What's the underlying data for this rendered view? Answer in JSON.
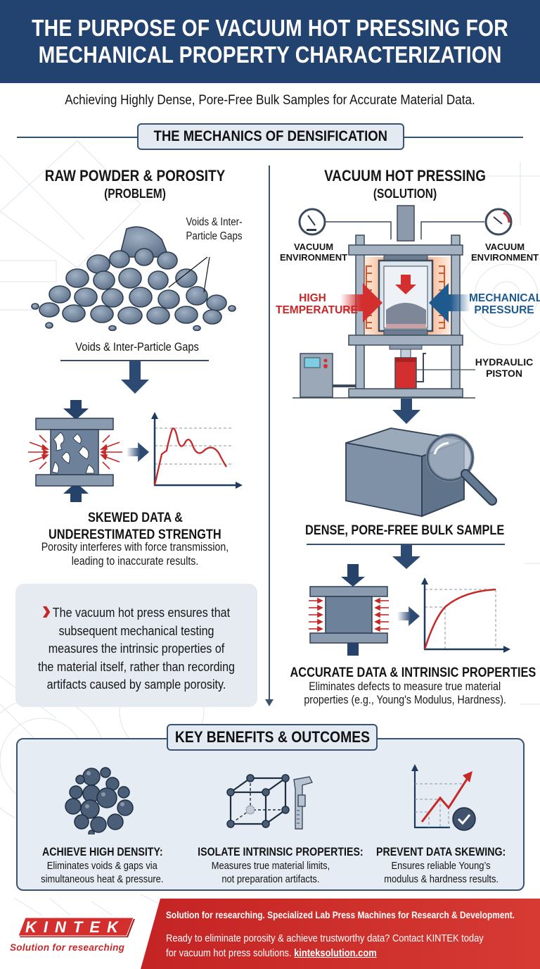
{
  "header": {
    "title_line1": "THE PURPOSE OF VACUUM HOT PRESSING FOR",
    "title_line2": "MECHANICAL PROPERTY CHARACTERIZATION",
    "subtitle": "Achieving Highly Dense, Pore-Free Bulk Samples for Accurate Material Data."
  },
  "mechanics": {
    "section_title": "THE MECHANICS OF DENSIFICATION",
    "problem": {
      "title_line1": "RAW POWDER & POROSITY",
      "title_line2": "(PROBLEM)",
      "callout_label_line1": "Voids & Inter-",
      "callout_label_line2": "Particle Gaps",
      "powder_caption": "Voids & Inter-Particle Gaps",
      "result_title_line1": "SKEWED DATA &",
      "result_title_line2": "UNDERESTIMATED STRENGTH",
      "result_desc_line1": "Porosity interferes with force transmission,",
      "result_desc_line2": "leading to inaccurate results."
    },
    "solution": {
      "title_line1": "VACUUM HOT PRESSING",
      "title_line2": "(SOLUTION)",
      "labels": {
        "vacuum_left_l1": "VACUUM",
        "vacuum_left_l2": "ENVIRONMENT",
        "vacuum_right_l1": "VACUUM",
        "vacuum_right_l2": "ENVIRONMENT",
        "temp_l1": "HIGH",
        "temp_l2": "TEMPERATURE",
        "pressure_l1": "MECHANICAL",
        "pressure_l2": "PRESSURE",
        "piston_l1": "HYDRAULIC",
        "piston_l2": "PISTON"
      },
      "sample_caption": "DENSE, PORE-FREE BULK SAMPLE",
      "result_title": "ACCURATE DATA & INTRINSIC PROPERTIES",
      "result_desc_line1": "Eliminates defects to measure true material",
      "result_desc_line2": "properties (e.g., Young's Modulus, Hardness)."
    },
    "callout": {
      "icon": "chevron-right-icon",
      "line1": "The vacuum hot press ensures that",
      "line2": "subsequent mechanical testing",
      "line3": "measures the intrinsic properties of",
      "line4": "the material itself, rather than recording",
      "line5": "artifacts caused by sample porosity."
    }
  },
  "benefits": {
    "section_title": "KEY BENEFITS & OUTCOMES",
    "items": [
      {
        "icon": "dense-particles-icon",
        "title": "ACHIEVE HIGH DENSITY:",
        "desc_line1": "Eliminates voids & gaps via",
        "desc_line2": "simultaneous heat & pressure."
      },
      {
        "icon": "crystal-lattice-caliper-icon",
        "title": "ISOLATE INTRINSIC PROPERTIES:",
        "desc_line1": "Measures true material limits,",
        "desc_line2": "not preparation artifacts."
      },
      {
        "icon": "rising-chart-check-icon",
        "title": "PREVENT DATA SKEWING:",
        "desc_line1": "Ensures reliable Young’s",
        "desc_line2": "modulus & hardness results."
      }
    ]
  },
  "footer": {
    "logo": "KINTEK",
    "logo_tagline": "Solution for researching",
    "line1": "Solution for researching. Specialized Lab Press Machines for Research & Development.",
    "line2": "Ready to eliminate porosity & achieve trustworthy data? Contact KINTEK today",
    "line3_prefix": "for vacuum hot press solutions. ",
    "link": "kinteksolution.com"
  },
  "colors": {
    "navy": "#22426f",
    "accent_red": "#c62828",
    "steel": "#5a718c",
    "panel": "#e6ecf3"
  }
}
